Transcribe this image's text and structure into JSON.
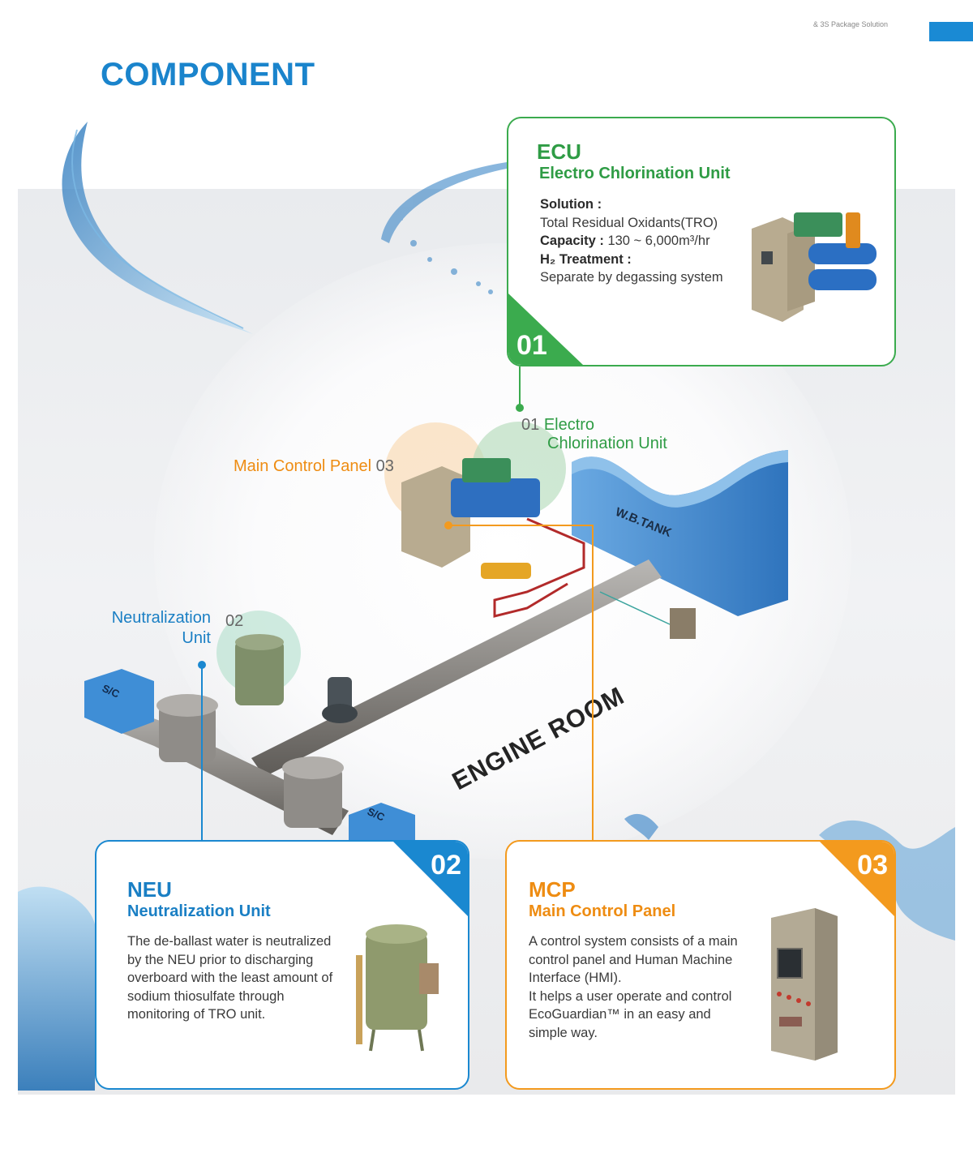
{
  "header": {
    "tagline": "& 3S Package Solution",
    "title": "COMPONENT"
  },
  "colors": {
    "ecu": "#3bab4e",
    "neu": "#1a88d0",
    "mcp": "#f39a1e",
    "title": "#1a84cc",
    "tank": "#3f86cf"
  },
  "ecu": {
    "number": "01",
    "abbr": "ECU",
    "name": "Electro Chlorination Unit",
    "solution_label": "Solution :",
    "solution_value": "Total Residual Oxidants(TRO)",
    "capacity_label": "Capacity :",
    "capacity_value": " 130 ~ 6,000m³/hr",
    "h2_label": "H₂ Treatment :",
    "h2_value": "Separate by degassing system"
  },
  "neu": {
    "number": "02",
    "abbr": "NEU",
    "name": "Neutralization Unit",
    "description": "The de-ballast water is neutralized by the NEU prior to discharging overboard with the least amount of sodium thiosulfate through monitoring of TRO unit."
  },
  "mcp": {
    "number": "03",
    "abbr": "MCP",
    "name": "Main Control Panel",
    "description_1": "A control system consists of a main control panel and Human Machine Interface (HMI).",
    "description_2": "It helps a user operate and control EcoGuardian™ in an easy and simple way."
  },
  "diagram": {
    "label_ecu_num": "01",
    "label_ecu_line1": "Electro",
    "label_ecu_line2": "Chlorination Unit",
    "label_mcp_text": "Main Control Panel",
    "label_mcp_num": "03",
    "label_neu_line1": "Neutralization",
    "label_neu_line2": "Unit",
    "label_neu_num": "02",
    "tank_label": "W.B.TANK",
    "room_label": "ENGINE ROOM",
    "sc_label_1": "S/C",
    "sc_label_2": "S/C"
  }
}
